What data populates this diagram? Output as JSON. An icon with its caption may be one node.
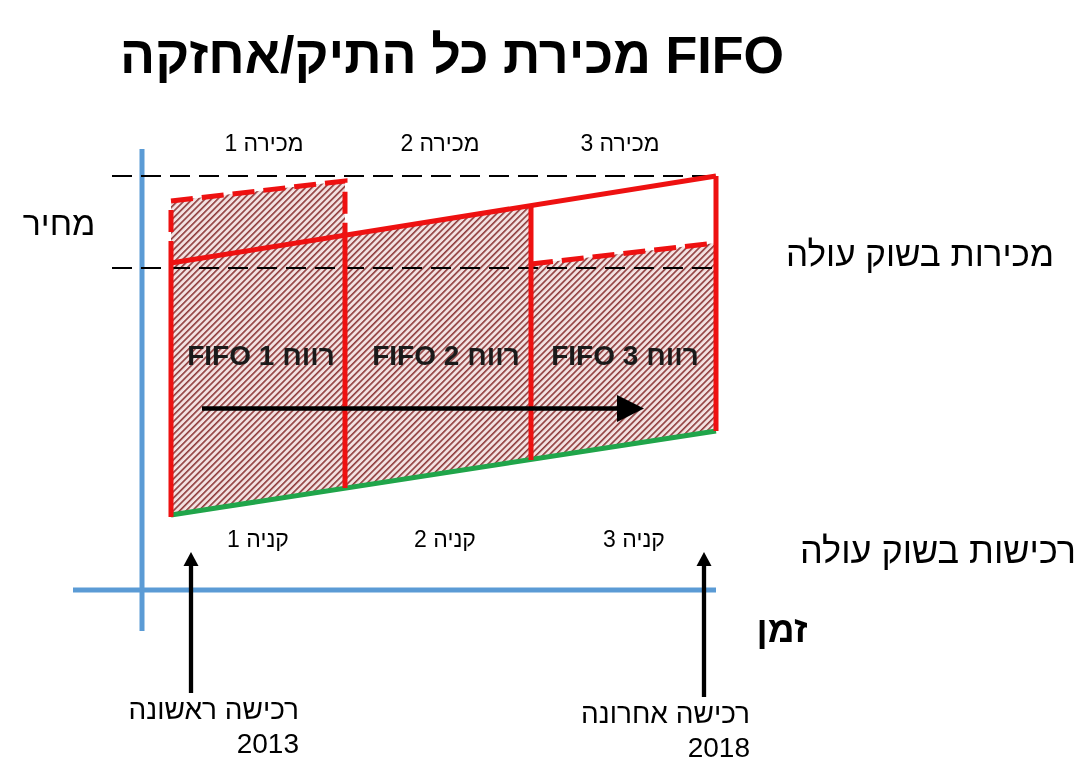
{
  "diagram": {
    "title": "FIFO מכירת כל התיק/אחזקה",
    "nodes": [
      {
        "text": [
          "רווח FIFO 1"
        ],
        "beside": [
          "מכירה 1",
          "קניה 1"
        ]
      },
      {
        "text": [
          "רווח FIFO 2"
        ],
        "beside": [
          "מכירה 2",
          "קניה 2"
        ]
      },
      {
        "text": [
          "רווח FIFO 3"
        ],
        "beside": [
          "מכירה 3",
          "קניה 3"
        ]
      },
      {
        "text": [
          "רכישה ראשונה 2013"
        ]
      },
      {
        "text": [
          "רכישה אחרונה 2018"
        ]
      }
    ],
    "edges": [
      {
        "from": 0,
        "to": 1,
        "arrow": "none"
      },
      {
        "from": 1,
        "to": 2,
        "arrow": "to"
      },
      {
        "from": 3,
        "to": null,
        "arrow": "to"
      },
      {
        "from": 4,
        "to": null,
        "arrow": "to"
      }
    ],
    "labels": [
      "מכירות בשוק עולה",
      "מחיר",
      "רכישות בשוק עולה",
      "זמן"
    ]
  }
}
